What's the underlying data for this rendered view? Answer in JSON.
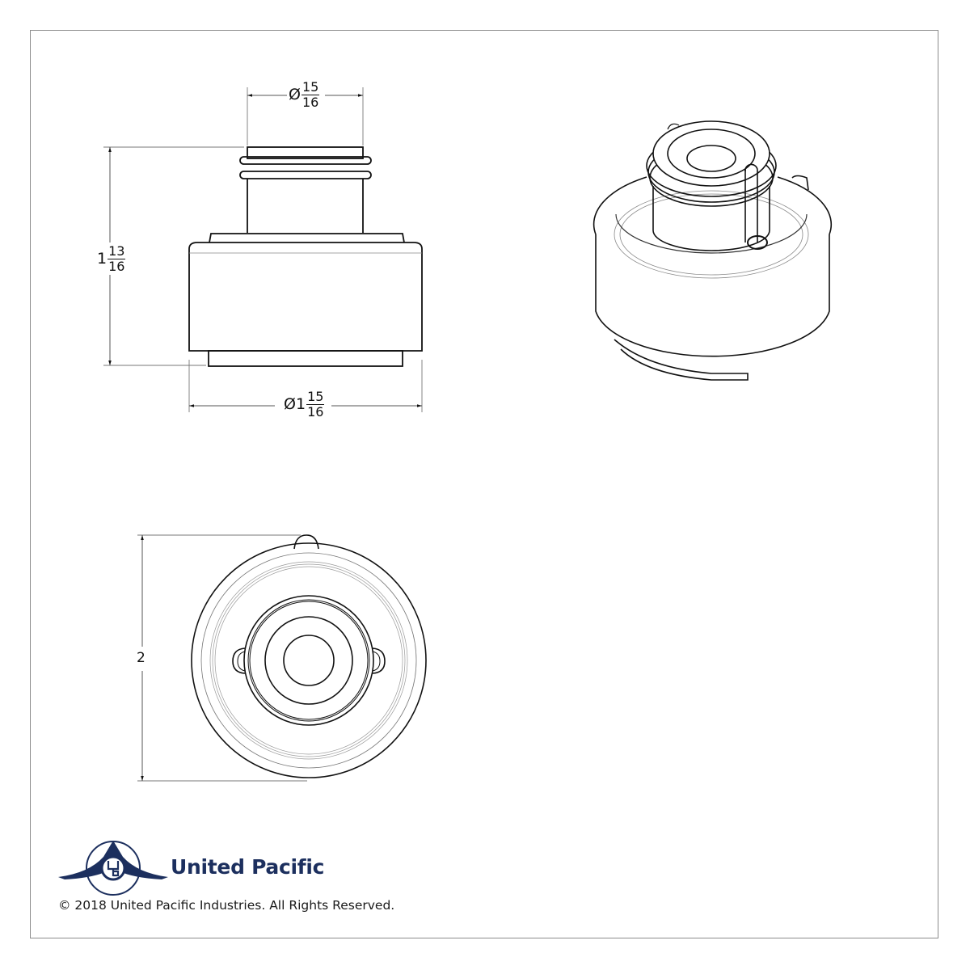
{
  "drawing": {
    "views": {
      "side_view": {
        "top_diameter": {
          "prefix": "Ø",
          "whole": "",
          "numerator": "15",
          "denominator": "16"
        },
        "height": {
          "prefix": "",
          "whole": "1",
          "numerator": "13",
          "denominator": "16"
        },
        "base_diameter": {
          "prefix": "Ø",
          "whole": "1",
          "numerator": "15",
          "denominator": "16"
        }
      },
      "top_view": {
        "height": {
          "value": "2"
        }
      },
      "isometric_view": {}
    }
  },
  "footer": {
    "brand_name": "United Pacific",
    "logo_letters": "UP",
    "copyright": "© 2018 United Pacific Industries. All Rights Reserved."
  },
  "colors": {
    "line": "#111111",
    "dimension_line": "#555555",
    "frame": "#8c8c8c",
    "brand": "#1c2f5e"
  }
}
